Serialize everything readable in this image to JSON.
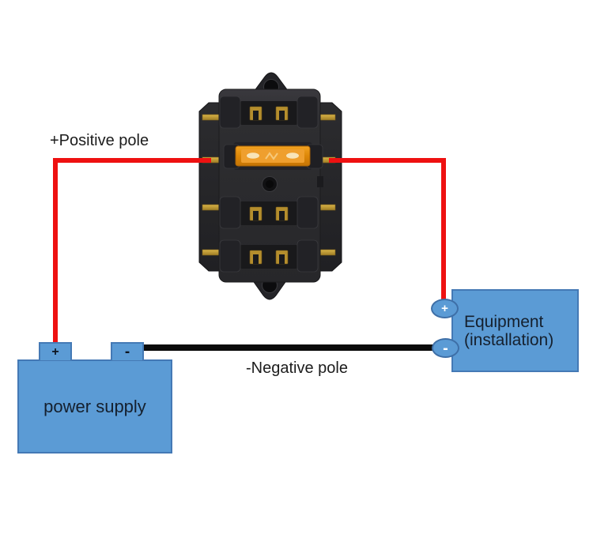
{
  "colors": {
    "wire_red": "#ee1111",
    "wire_black": "#0b0b0b",
    "box_blue": "#5b9bd5",
    "box_border_blue": "#4479b5",
    "terminal_border_blue": "#3e6fa7",
    "label_text": "#1c1c1c",
    "box_text": "#15202e",
    "fuse_orange": "#e08a0b",
    "fusebox_body_black": "#2c2c2f",
    "terminal_gold": "#c09a33"
  },
  "labels": {
    "positive_pole": "+Positive pole",
    "negative_pole": "-Negative pole"
  },
  "power_supply": {
    "label": "power supply",
    "positive_terminal": "+",
    "negative_terminal": "-"
  },
  "equipment": {
    "label_line1": "Equipment",
    "label_line2": "(installation)",
    "positive_terminal": "+",
    "negative_terminal": "-"
  },
  "fuse_box": {
    "icon": "blade-fuse-box-icon",
    "installed_fuse": "orange-blade-fuse",
    "rows": 4
  }
}
